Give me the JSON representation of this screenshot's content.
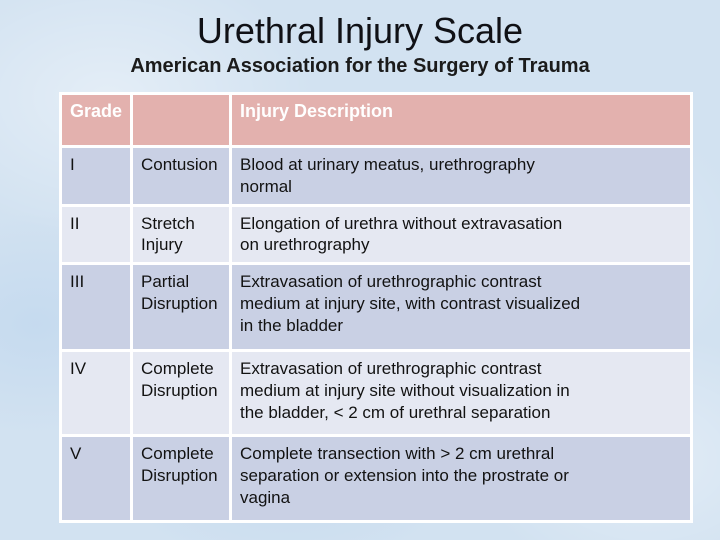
{
  "slide": {
    "title": "Urethral Injury Scale",
    "subtitle": "American Association for the Surgery of Trauma"
  },
  "table": {
    "header": {
      "grade_label": "Grade",
      "type_label": "",
      "description_label": "Injury Description"
    },
    "rows": [
      {
        "grade": "I",
        "type": "Contusion",
        "description": "Blood at urinary meatus, urethrography\nnormal"
      },
      {
        "grade": "II",
        "type": "Stretch Injury",
        "description": "Elongation of urethra without extravasation\non urethrography"
      },
      {
        "grade": "III",
        "type": "Partial Disruption",
        "description": "Extravasation of urethrographic contrast\nmedium at injury site, with contrast visualized\nin the bladder"
      },
      {
        "grade": "IV",
        "type": "Complete Disruption",
        "description": "Extravasation of urethrographic contrast\nmedium at injury site without visualization in\nthe bladder, < 2 cm of urethral separation"
      },
      {
        "grade": "V",
        "type": "Complete Disruption",
        "description": "Complete transection with > 2 cm urethral\nseparation or extension into the prostrate or\nvagina"
      }
    ]
  },
  "colors": {
    "background": "#d2e2f1",
    "header_bg": "#e3b1ae",
    "header_text": "#ffffff",
    "row_dark": "#c9d0e4",
    "row_light": "#e5e8f2",
    "border": "#ffffff",
    "body_text": "#121212",
    "title_text": "#101116"
  }
}
